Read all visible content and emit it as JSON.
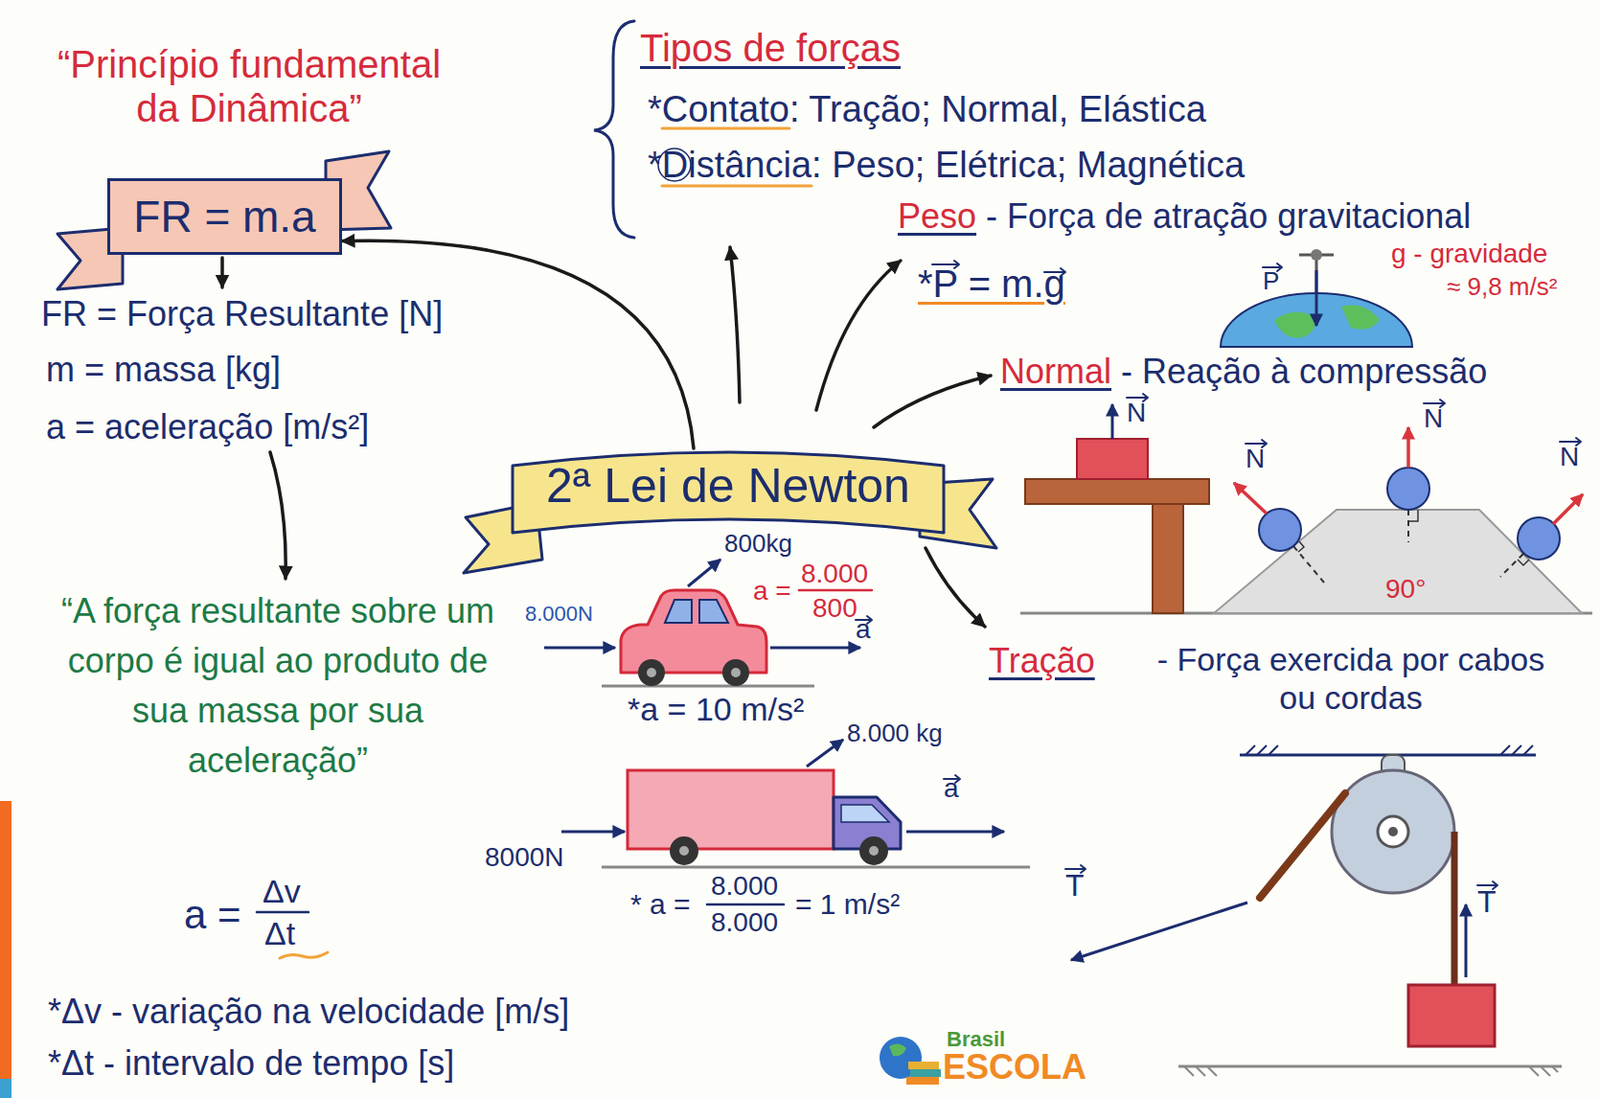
{
  "diagram": {
    "nodes": [
      {
        "text": [
          "FR = m.a"
        ]
      },
      {
        "text": [
          "2ª Lei de Newton"
        ]
      }
    ],
    "edges": [
      {
        "from": 1,
        "to": 0,
        "arrow": "to"
      }
    ],
    "labels": [
      "“Princípio fundamental da Dinâmica”",
      "FR = Força Resultante [N]",
      "m = massa [kg]",
      "a = aceleração [m/s²]",
      "“A força resultante sobre um corpo é igual ao produto de sua massa por sua aceleração”",
      "a =",
      "Δv",
      "Δt",
      "*Δv - variação na velocidade [m/s]",
      "*Δt - intervalo de tempo [s]",
      "Tipos de forças",
      "*Contato: Tração; Normal, Elástica",
      "*Distância: Peso; Elétrica; Magnética",
      "Peso",
      "- Força de atração gravitacional",
      "*P = m.g",
      "P",
      "g - gravidade",
      "≈ 9,8 m/s²",
      "Normal",
      "- Reação à compressão",
      "N",
      "N",
      "N",
      "N",
      "90°",
      "Tração",
      "- Força exercida por cabos ou cordas",
      "T",
      "T",
      "800kg",
      "8.000N",
      "a =",
      "8.000",
      "800",
      "a",
      "*a = 10 m/s²",
      "8.000 kg",
      "8000N",
      "a",
      "* a =",
      "8.000",
      "8.000",
      "= 1 m/s²",
      "Brasil",
      "ESCOLA"
    ]
  }
}
